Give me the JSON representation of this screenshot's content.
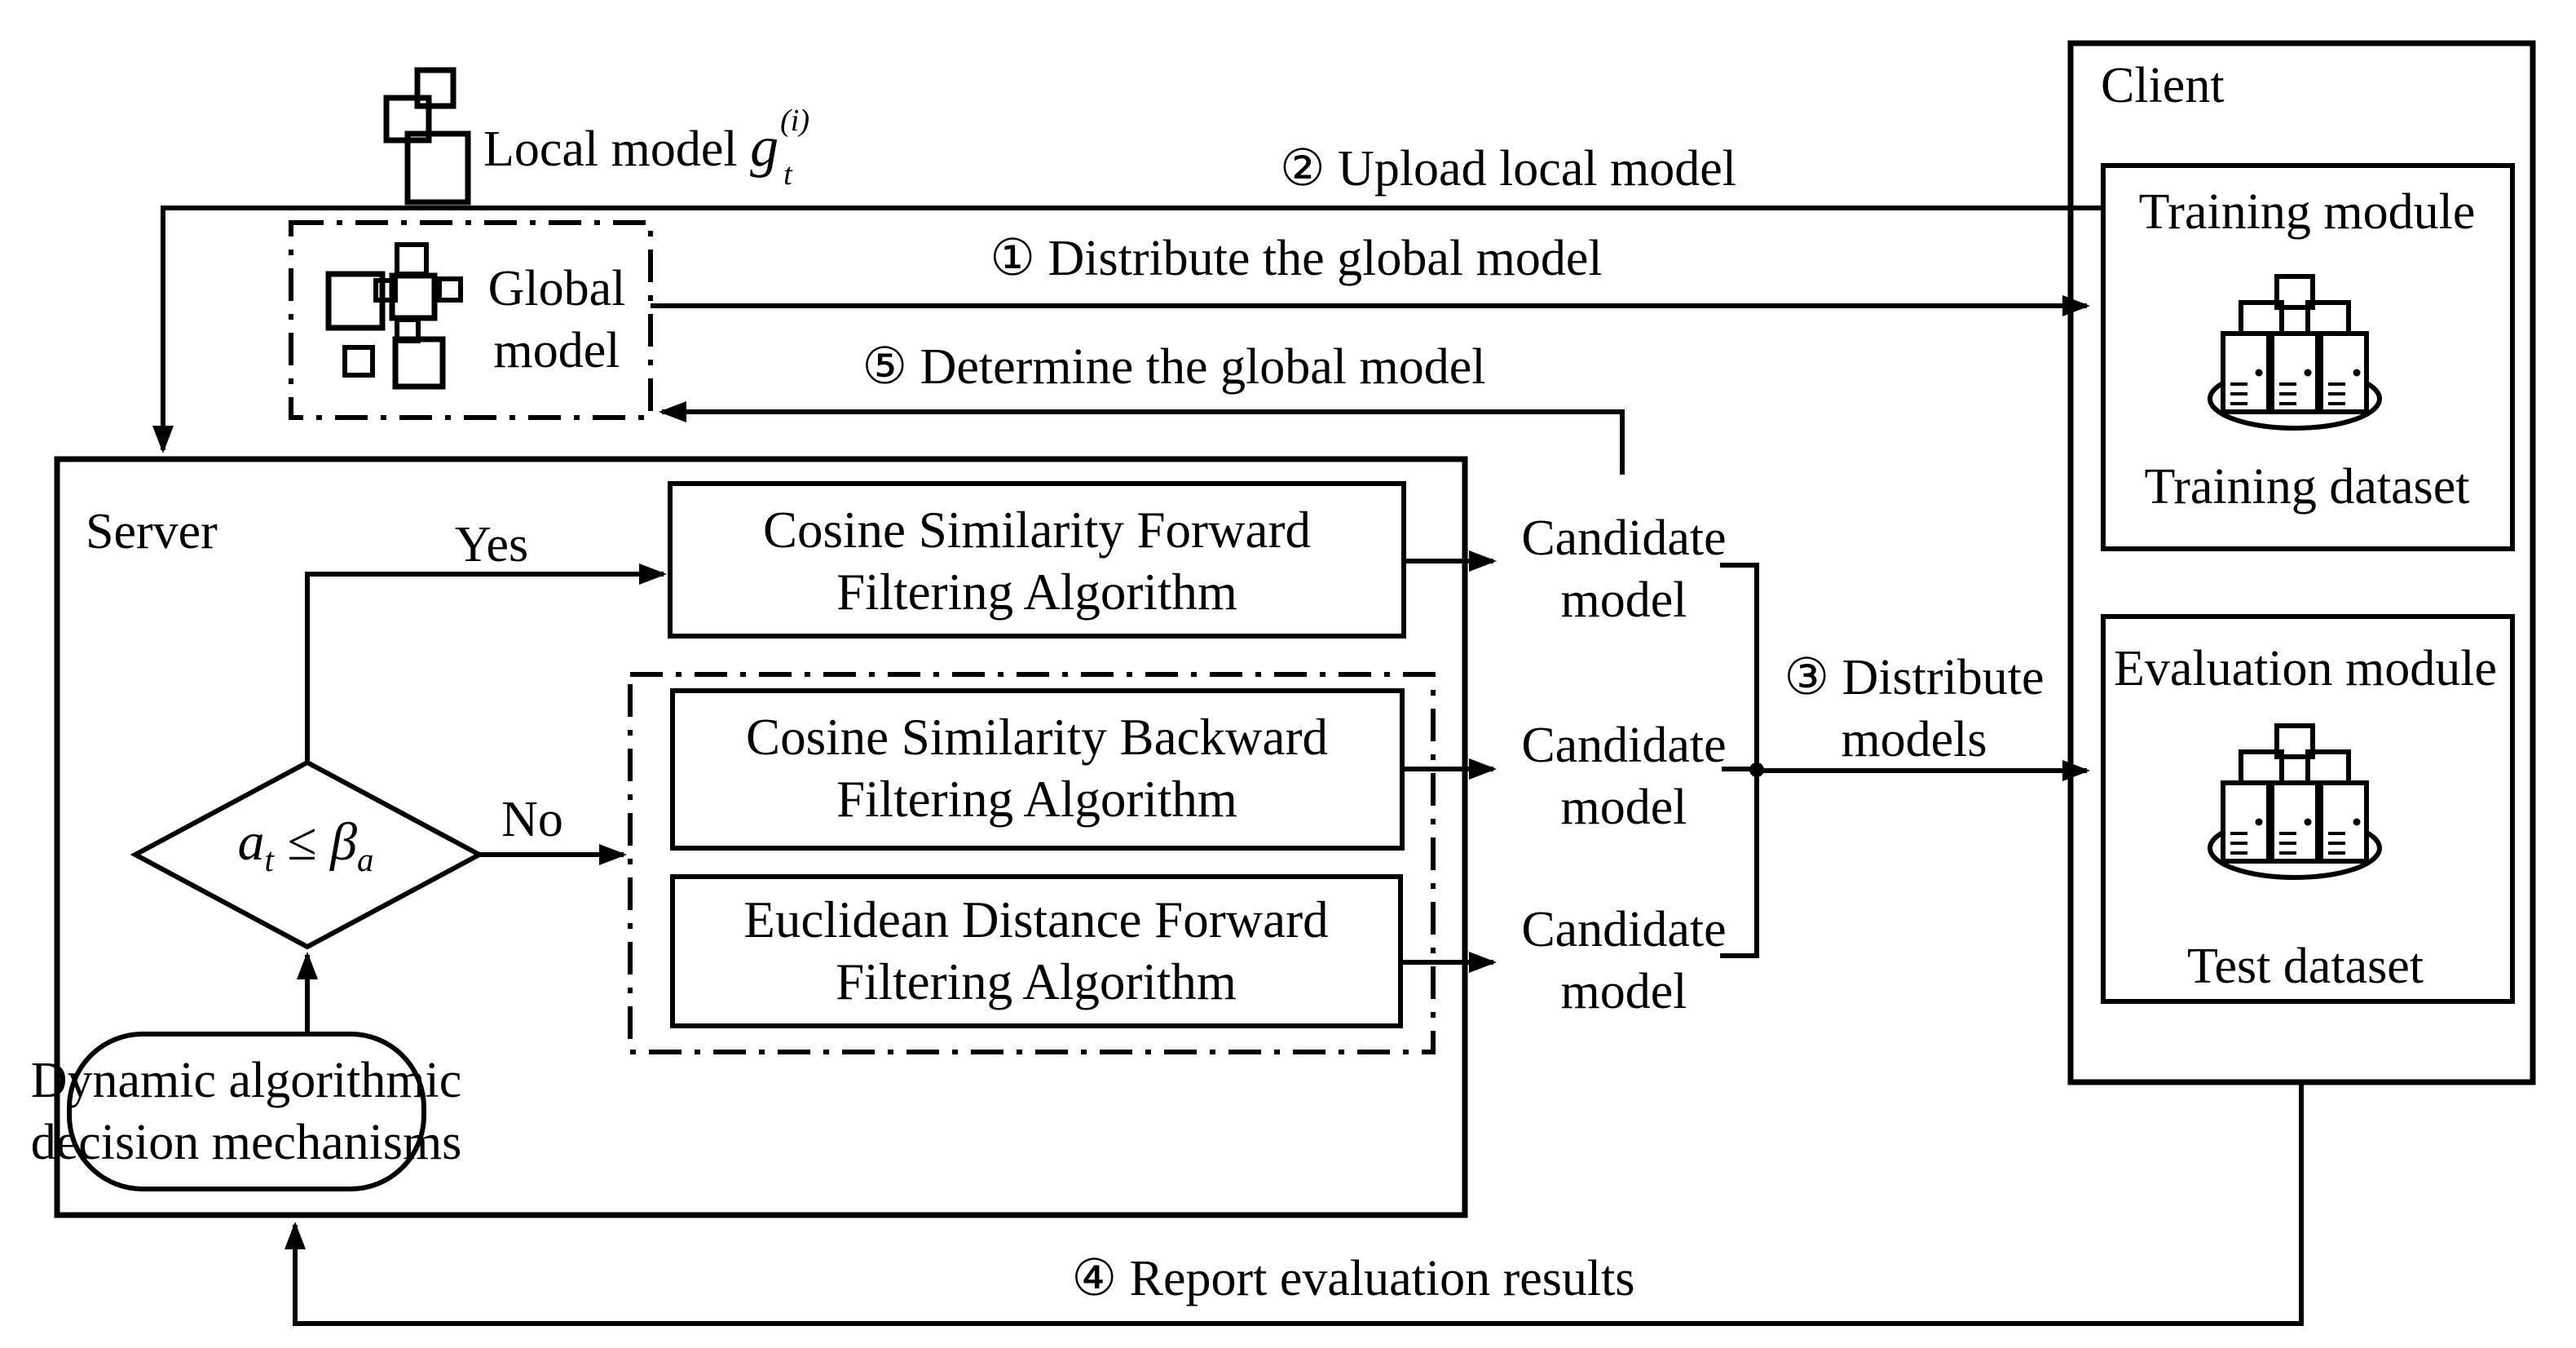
{
  "colors": {
    "stroke": "#000000",
    "background": "#ffffff"
  },
  "local_model": {
    "label": "Local model",
    "var": "g",
    "sup": "(i)",
    "sub": "t"
  },
  "steps": {
    "s1": "① Distribute the global model",
    "s2": "② Upload local model",
    "s3a": "③ Distribute",
    "s3b": "models",
    "s4": "④ Report evaluation results",
    "s5": "⑤ Determine the global model"
  },
  "branch": {
    "yes": "Yes",
    "no": "No"
  },
  "global_model": {
    "l1": "Global",
    "l2": "model"
  },
  "server": {
    "title": "Server",
    "decision": {
      "v1": "a",
      "s1": "t",
      "op": "≤",
      "v2": "β",
      "s2": "a"
    },
    "algo1": {
      "l1": "Cosine Similarity Forward",
      "l2": "Filtering Algorithm"
    },
    "algo2": {
      "l1": "Cosine Similarity Backward",
      "l2": "Filtering Algorithm"
    },
    "algo3": {
      "l1": "Euclidean Distance Forward",
      "l2": "Filtering Algorithm"
    },
    "mechanism": {
      "l1": "Dynamic algorithmic",
      "l2": "decision mechanisms"
    }
  },
  "candidates": [
    {
      "l1": "Candidate",
      "l2": "model"
    },
    {
      "l1": "Candidate",
      "l2": "model"
    },
    {
      "l1": "Candidate",
      "l2": "model"
    }
  ],
  "client": {
    "title": "Client",
    "training": {
      "title": "Training module",
      "dataset": "Training dataset"
    },
    "evaluation": {
      "title": "Evaluation module",
      "dataset": "Test dataset"
    }
  }
}
